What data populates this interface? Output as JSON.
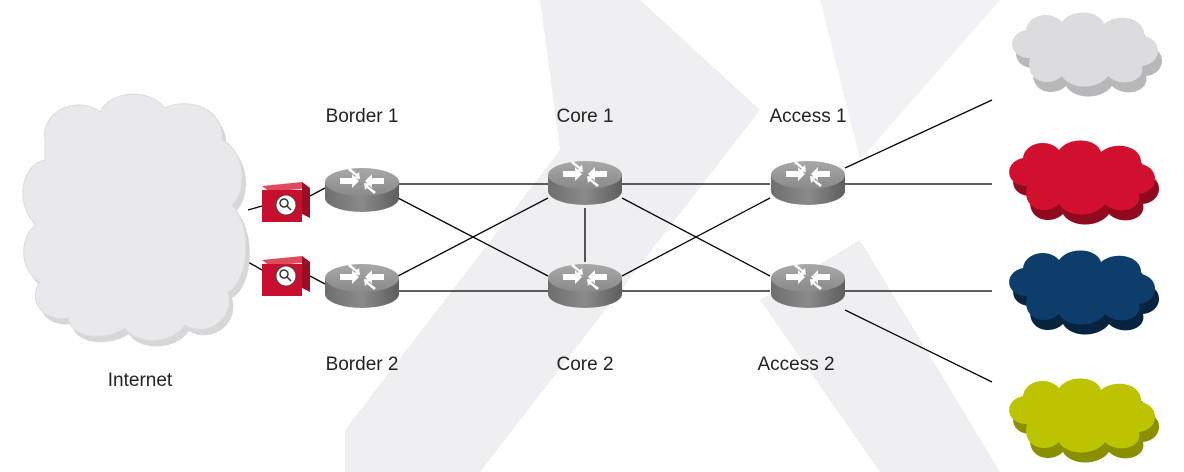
{
  "labels": {
    "internet": "Internet",
    "border1": "Border 1",
    "border2": "Border 2",
    "core1": "Core 1",
    "core2": "Core 2",
    "access1": "Access 1",
    "access2": "Access 2"
  },
  "colors": {
    "background_watermark": "#efeff1",
    "internet_cloud": "#e6e6e8",
    "router": "#8c8c8c",
    "firewall": "#c8102e",
    "cloud_gray": "#d4d4d6",
    "cloud_red": "#d0102c",
    "cloud_blue": "#0c3d6b",
    "cloud_green": "#bcc400",
    "link": "#000000"
  },
  "icons": {
    "router": "router-icon",
    "firewall": "firewall-icon",
    "cloud": "cloud-icon"
  }
}
